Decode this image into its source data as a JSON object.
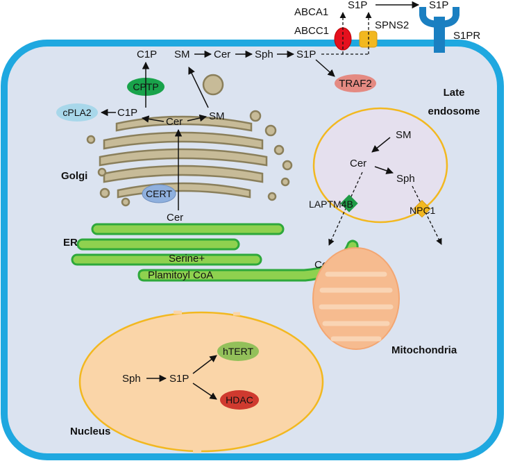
{
  "colors": {
    "cell_fill": "#dbe3f0",
    "cell_border": "#1fa8e0",
    "golgi": "#c7bb98",
    "golgi_edge": "#8a7f5b",
    "er": "#8fd14f",
    "er_edge": "#2ea83b",
    "nucleus": "#fad5a8",
    "endosome": "#e5e0ee",
    "membrane_yellow": "#f2b820",
    "mito": "#f6bb8f",
    "receptor": "#1a7fc1",
    "cptp": "#19a34b",
    "cpla2": "#a8d7ea",
    "cert": "#8fb0de",
    "traf2": "#e48a82",
    "htert": "#93c05a",
    "hdac": "#cf3a2f",
    "laptm4b": "#1f9a46",
    "npc1": "#f2b820",
    "abc": "#e5101e"
  },
  "organelles": {
    "golgi": "Golgi",
    "er": "ER",
    "late_endosome_1": "Late",
    "late_endosome_2": "endosome",
    "mitochondria": "Mitochondria",
    "nucleus": "Nucleus"
  },
  "transporters": {
    "abca1": "ABCA1",
    "abcc1": "ABCC1",
    "spns2": "SPNS2",
    "s1pr": "S1PR",
    "laptm4b": "LAPTM4B",
    "npc1": "NPC1"
  },
  "proteins": {
    "cptp": "CPTP",
    "cpla2": "cPLA2",
    "cert": "CERT",
    "traf2": "TRAF2",
    "htert": "hTERT",
    "hdac": "HDAC"
  },
  "metabolites": {
    "s1p_out": "S1P",
    "s1p_ext": "S1P",
    "c1p_top": "C1P",
    "sm_top": "SM",
    "cer_top": "Cer",
    "sph_top": "Sph",
    "s1p_top": "S1P",
    "c1p_golgi": "C1P",
    "cer_golgi": "Cer",
    "sm_golgi": "SM",
    "cer_er": "Cer",
    "serine_1": "Serine+",
    "serine_2": "Plamitoyl CoA",
    "sm_endo": "SM",
    "cer_endo": "Cer",
    "sph_endo": "Sph",
    "cer_mito": "Cer",
    "sph_nuc": "Sph",
    "s1p_nuc": "S1P"
  }
}
